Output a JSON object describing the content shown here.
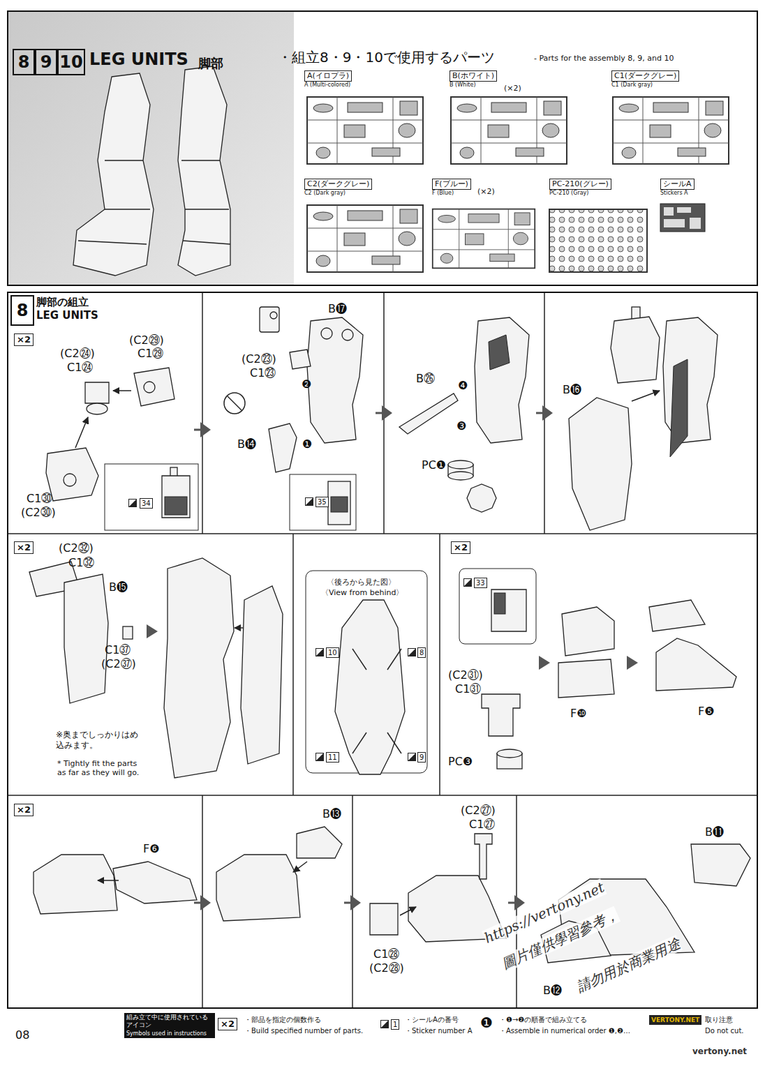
{
  "diagram": {
    "title": "LEG UNITS",
    "nodes": [
      {
        "text": [
          "脚部",
          "・組立8・9・10で使用するパーツ",
          "- Parts for the assembly 8, 9, and 10"
        ]
      },
      {
        "text": [
          "8"
        ],
        "in": 0
      },
      {
        "text": [
          "9"
        ],
        "in": 0
      },
      {
        "text": [
          "10"
        ],
        "in": 0
      },
      {
        "text": [
          "A(イロプラ)",
          "A (Multi-colored)"
        ],
        "in": 0
      },
      {
        "text": [
          "B(ホワイト)",
          "B (White)",
          "(×2)"
        ],
        "in": 0
      },
      {
        "text": [
          "C1(ダークグレー)",
          "C1 (Dark gray)"
        ],
        "in": 0
      },
      {
        "text": [
          "C2(ダークグレー)",
          "C2 (Dark gray)"
        ],
        "in": 0
      },
      {
        "text": [
          "F(ブルー)",
          "F (Blue)",
          "(×2)"
        ],
        "in": 0
      },
      {
        "text": [
          "PC-210(グレー)",
          "PC-210 (Gray)"
        ],
        "in": 0
      },
      {
        "text": [
          "シールA",
          "Stickers A"
        ],
        "in": 0
      },
      {
        "text": [
          "脚部の組立",
          "LEG UNITS"
        ]
      },
      {
        "text": [
          "8"
        ],
        "in": 11
      },
      {
        "text": [
          "×2",
          "(C2㉔)",
          "C1㉔",
          "(C2㉙)",
          "C1㉙",
          "C1㉚",
          "(C2㉚)",
          "34"
        ],
        "in": 11
      },
      {
        "text": [
          "B⓱",
          "(C2㉓)",
          "C1㉓",
          "❷",
          "B⓮",
          "❶",
          "35"
        ],
        "in": 11
      },
      {
        "text": [
          "B㉖",
          "❹",
          "❸",
          "PC❶"
        ],
        "in": 11
      },
      {
        "text": [
          "B⓰"
        ],
        "in": 11
      },
      {
        "text": [
          "×2",
          "(C2㉜)",
          "C1㉜",
          "B⓯",
          "C1㊲",
          "(C2㊲)",
          "※奥までしっかりはめ込みます。",
          "* Tightly fit the parts as far as they will go."
        ],
        "in": 11
      },
      {
        "text": [
          "〈後ろから見た図〉",
          "〈View from behind〉",
          "10",
          "8",
          "11",
          "9"
        ],
        "in": 11
      },
      {
        "text": [
          "×2",
          "33",
          "(C2㉛)",
          "C1㉛",
          "PC❸",
          "F❿",
          "F❺"
        ],
        "in": 11
      },
      {
        "text": [
          "×2",
          "F❻"
        ],
        "in": 11
      },
      {
        "text": [
          "B⓭"
        ],
        "in": 11
      },
      {
        "text": [
          "(C2㉗)",
          "C1㉗",
          "C1㉘",
          "(C2㉘)"
        ],
        "in": 11
      },
      {
        "text": [
          "B⓫",
          "B⓬"
        ],
        "in": 11
      },
      {
        "text": [
          "組み立て中に使用されているアイコン",
          "Symbols used in instructions",
          "×2",
          "・部品を指定の個数作る",
          "・Build specified number of parts.",
          "1",
          "・シールAの番号",
          "・Sticker number A",
          "❶",
          "・❶→❷の順番で組み立てる",
          "・Assemble in numerical order ❶,❷…",
          "取り注意",
          "Do not cut."
        ]
      }
    ],
    "edges": [
      {
        "from": 13,
        "to": 14,
        "arrow": "to"
      },
      {
        "from": 14,
        "to": 15,
        "arrow": "to"
      },
      {
        "from": 15,
        "to": 16,
        "arrow": "to"
      },
      {
        "from": 20,
        "to": 21,
        "arrow": "to"
      },
      {
        "from": 21,
        "to": 22,
        "arrow": "to"
      },
      {
        "from": 22,
        "to": 23,
        "arrow": "to"
      }
    ],
    "labels": [
      "08",
      "https://vertony.net",
      "圖片僅供學習參考，",
      "請勿用於商業用途",
      "VERTONY.NET",
      "vertony.net"
    ]
  }
}
